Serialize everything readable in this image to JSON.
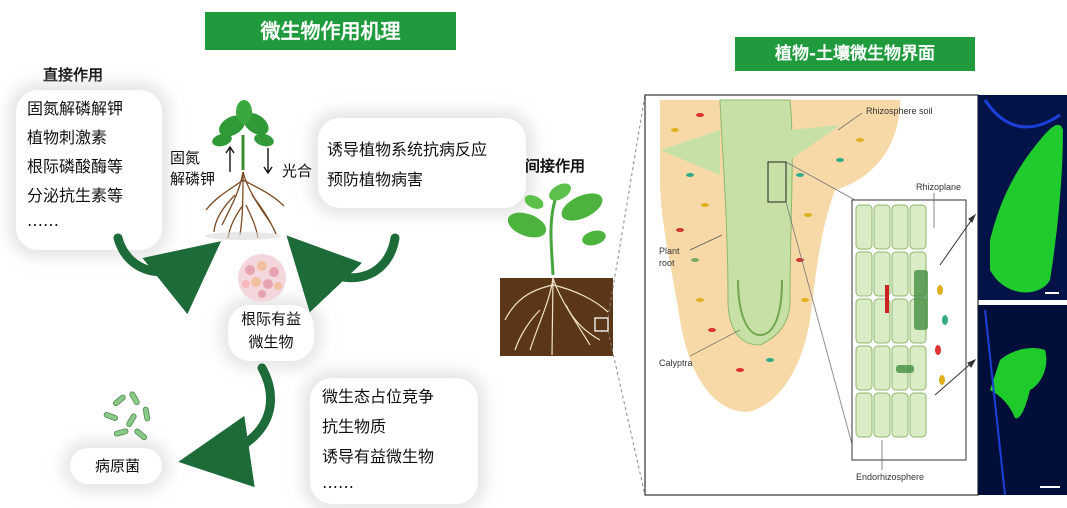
{
  "title_left": "微生物作用机理",
  "title_right": "植物-土壤微生物界面",
  "direct": {
    "heading": "直接作用",
    "items": [
      "固氮解磷解钾",
      "植物刺激素",
      "根际磷酸酶等",
      "分泌抗生素等",
      "……"
    ]
  },
  "plant_labels": {
    "fix_line1": "固氮",
    "fix_line2": "解磷钾",
    "photo": "光合"
  },
  "indirect_box": {
    "items": [
      "诱导植物系统抗病反应",
      "预防植物病害"
    ]
  },
  "indirect_heading": "间接作用",
  "beneficial": {
    "line1": "根际有益",
    "line2": "微生物"
  },
  "pathogen": "病原菌",
  "competition": {
    "items": [
      "微生态占位竞争",
      "抗生物质",
      "诱导有益微生物",
      "……"
    ]
  },
  "micro_labels": {
    "soil": "Rhizosphere soil",
    "plane": "Rhizoplane",
    "root_line1": "Plant",
    "root_line2": "root",
    "calyptra": "Calyptra",
    "endo": "Endorhizosphere"
  },
  "colors": {
    "banner": "#1f9a3c",
    "arrow": "#1e6b3a",
    "micro_green": "#22e02a",
    "micro_blue": "#1b3fd8"
  }
}
